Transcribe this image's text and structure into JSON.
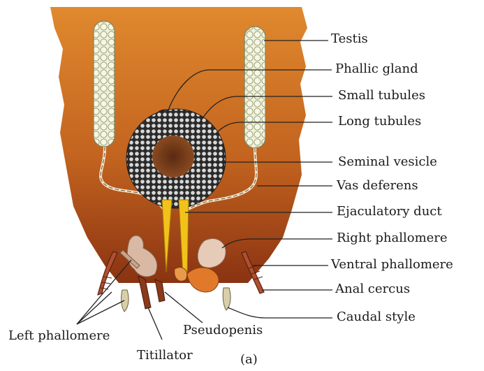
{
  "labels": {
    "testis": "Testis",
    "phallic_gland": "Phallic gland",
    "small_tubules": "Small tubules",
    "long_tubules": "Long tubules",
    "seminal_vesicle": "Seminal vesicle",
    "vas_deferens": "Vas deferens",
    "ejaculatory_duct": "Ejaculatory duct",
    "right_phallomere": "Right phallomere",
    "ventral_phallomere": "Ventral phallomere",
    "anal_cercus": "Anal cercus",
    "caudal_style": "Caudal style",
    "left_phallomere": "Left phallomere",
    "pseudopenis": "Pseudopenis",
    "titillator": "Titillator",
    "panel": "(a)"
  },
  "colors": {
    "body_top": "#e0892e",
    "body_bottom": "#8a3312",
    "testis_lobule": "#f1f2da",
    "seminal_core": "#7a3c1c",
    "duct": "#f3c21a",
    "phallomere": "#d9b9a3",
    "cercus": "#b0502e",
    "leader": "#222222"
  }
}
